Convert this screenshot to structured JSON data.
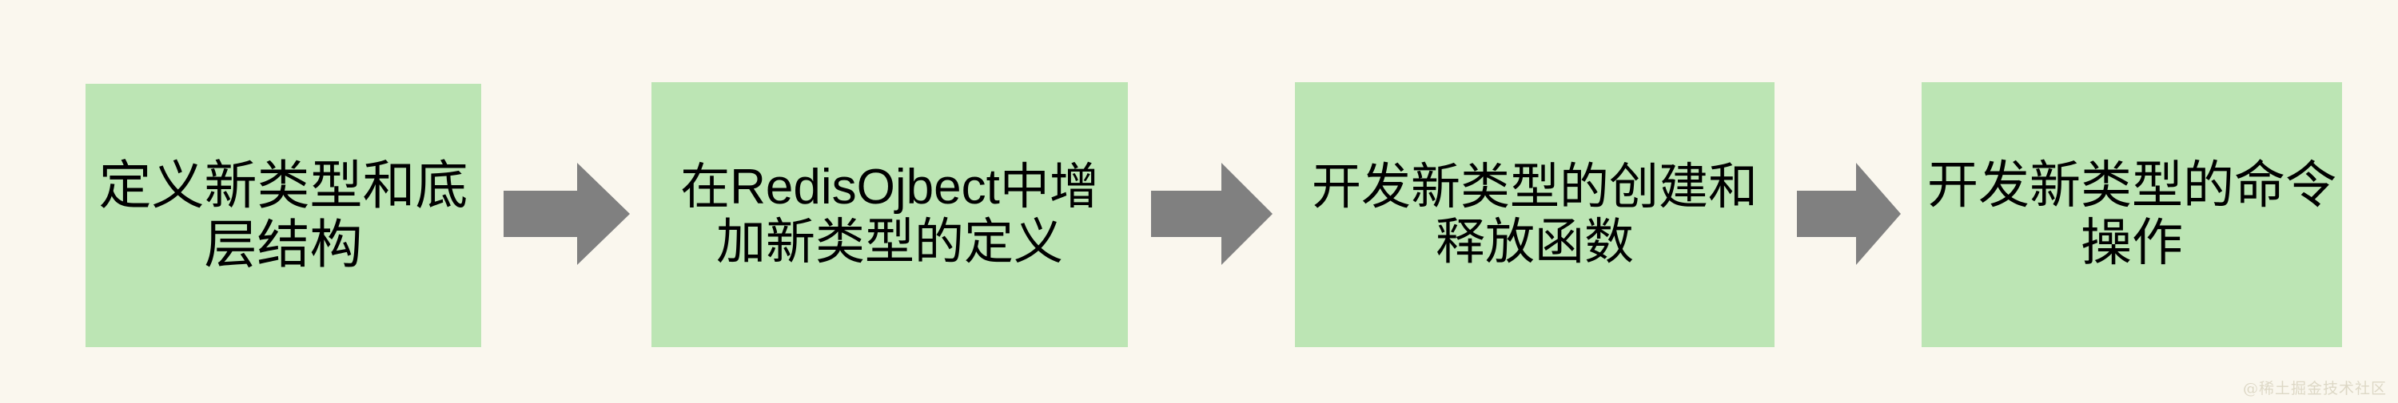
{
  "diagram": {
    "type": "horizontal-process-flow",
    "background_color": "#faf7ee",
    "box_fill_color": "#bce5b4",
    "box_text_color": "#000000",
    "arrow_color": "#808080",
    "steps": [
      {
        "label": "定义新类型和底层结构"
      },
      {
        "label": "在RedisOjbect中增加新类型的定义"
      },
      {
        "label": "开发新类型的创建和释放函数"
      },
      {
        "label": "开发新类型的命令操作"
      }
    ],
    "connectors": [
      {
        "icon": "arrow-right-icon"
      },
      {
        "icon": "arrow-right-icon"
      },
      {
        "icon": "arrow-right-icon"
      }
    ]
  },
  "watermark": {
    "text": "@稀土掘金技术社区"
  }
}
